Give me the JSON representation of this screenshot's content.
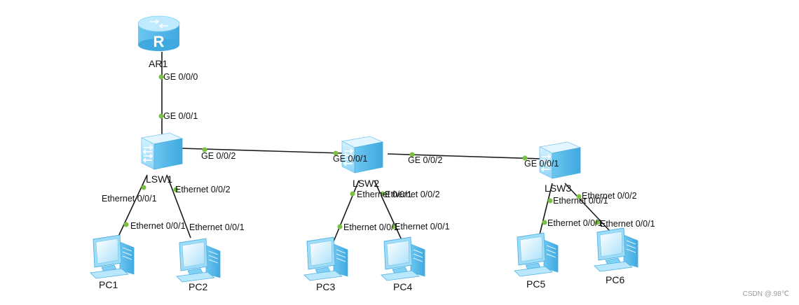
{
  "colors": {
    "link": "#1a1a1a",
    "port_dot": "#7ac143",
    "device_light": "#bfeaff",
    "device_mid": "#7dd0f5",
    "device_dark": "#3fa9e0"
  },
  "icons": {
    "router": "router-icon",
    "switch": "switch-icon",
    "pc": "pc-icon"
  },
  "devices": {
    "ar1": "AR1",
    "lsw1": "LSW1",
    "lsw2": "LSW2",
    "lsw3": "LSW3",
    "pc1": "PC1",
    "pc2": "PC2",
    "pc3": "PC3",
    "pc4": "PC4",
    "pc5": "PC5",
    "pc6": "PC6"
  },
  "ports": {
    "ar1_lsw1_a": "GE 0/0/0",
    "ar1_lsw1_b": "GE 0/0/1",
    "lsw1_lsw2_a": "GE 0/0/2",
    "lsw1_lsw2_b": "GE 0/0/1",
    "lsw2_lsw3_a": "GE 0/0/2",
    "lsw2_lsw3_b": "GE 0/0/1",
    "lsw1_pc1_a": "Ethernet 0/0/1",
    "lsw1_pc1_b": "Ethernet 0/0/1",
    "lsw1_pc2_a": "Ethernet 0/0/2",
    "lsw1_pc2_b": "Ethernet 0/0/1",
    "lsw2_pc3_a": "Ethernet 0/0/1",
    "lsw2_pc3_b": "Ethernet 0/0/1",
    "lsw2_pc4_a": "Ethernet 0/0/2",
    "lsw2_pc4_b": "Ethernet 0/0/1",
    "lsw3_pc5_a": "Ethernet 0/0/1",
    "lsw3_pc5_b": "Ethernet 0/0/1",
    "lsw3_pc6_a": "Ethernet 0/0/2",
    "lsw3_pc6_b": "Ethernet 0/0/1"
  },
  "watermark": "CSDN @.98℃"
}
